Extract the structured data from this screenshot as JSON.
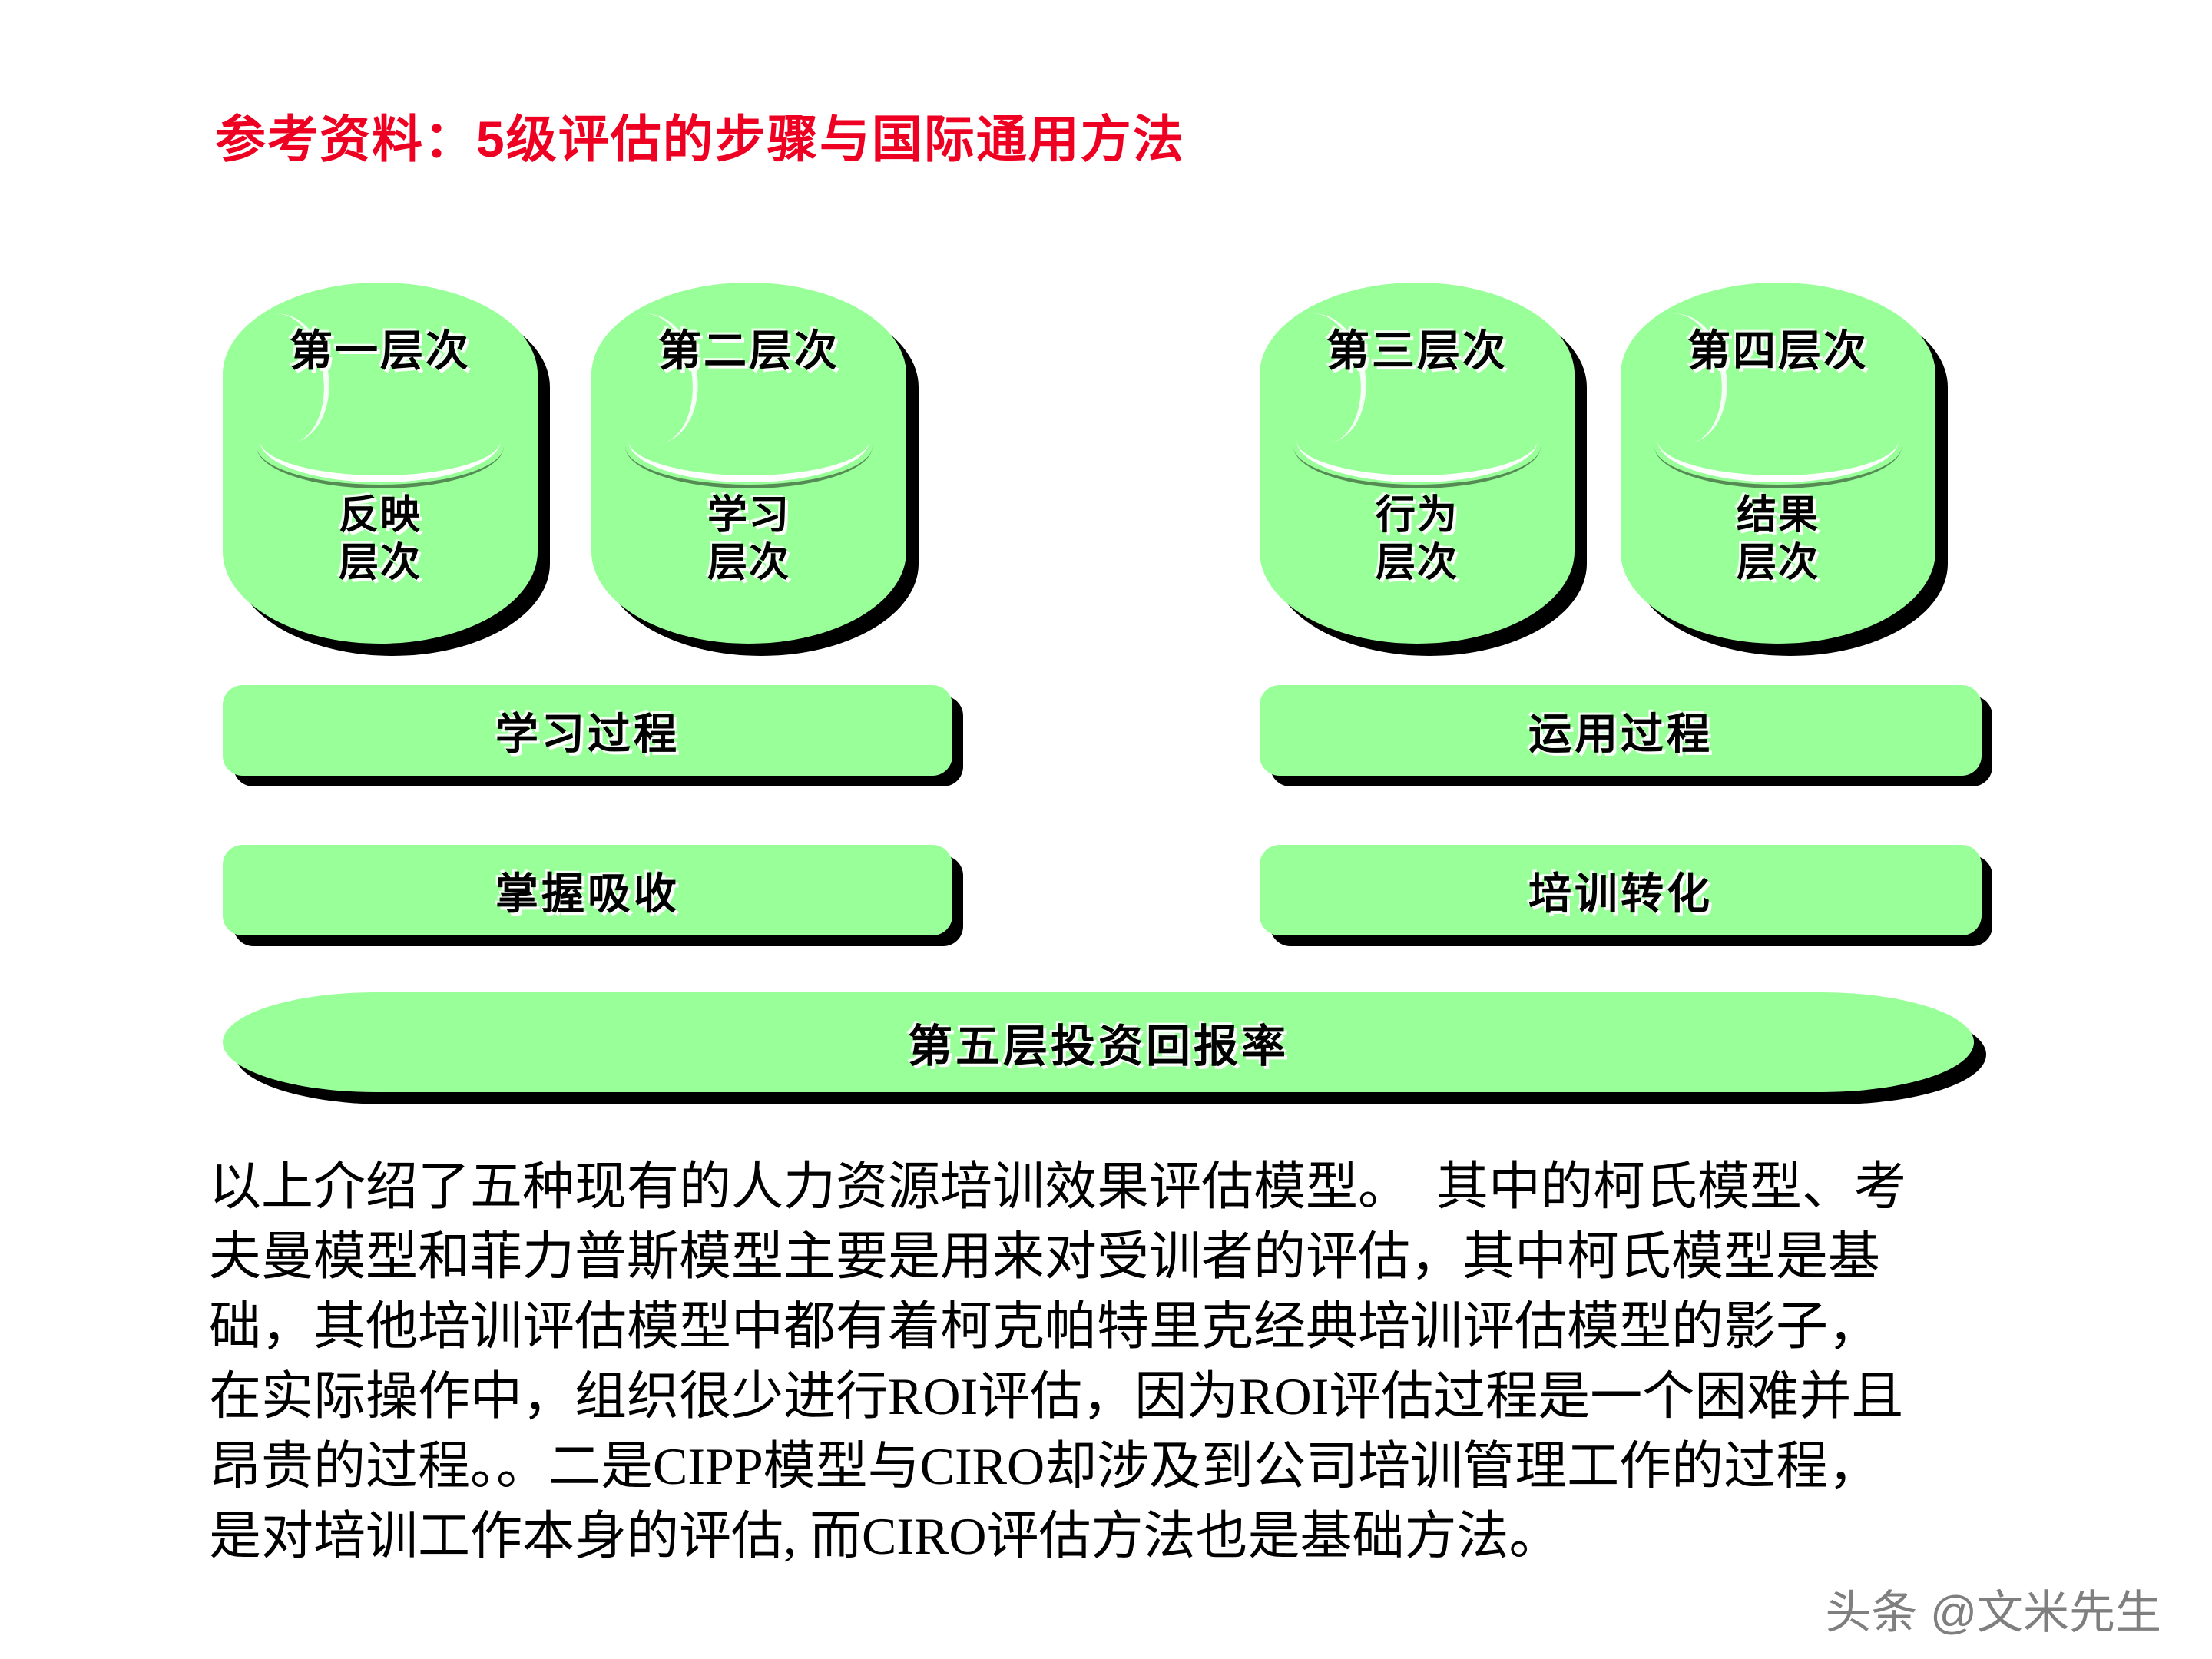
{
  "slide": {
    "title": "参考资料：5级评估的步骤与国际通用方法",
    "title_color": "#ee0022",
    "fill_color": "#99FF99",
    "shadow_color": "#000000",
    "background": "#ffffff"
  },
  "cylinders": [
    {
      "header": "第一层次",
      "line1": "反映",
      "line2": "层次"
    },
    {
      "header": "第二层次",
      "line1": "学习",
      "line2": "层次"
    },
    {
      "header": "第三层次",
      "line1": "行为",
      "line2": "层次"
    },
    {
      "header": "第四层次",
      "line1": "结果",
      "line2": "层次"
    }
  ],
  "pills": [
    {
      "label": "学习过程"
    },
    {
      "label": "运用过程"
    },
    {
      "label": "掌握吸收"
    },
    {
      "label": "培训转化"
    }
  ],
  "roi_bar": {
    "label": "第五层投资回报率"
  },
  "body_text": {
    "lines": [
      "以上介绍了五种现有的人力资源培训效果评估模型。  其中的柯氏模型、考",
      "夫曼模型和菲力普斯模型主要是用来对受训者的评估，其中柯氏模型是基",
      "础，其他培训评估模型中都有着柯克帕特里克经典培训评估模型的影子，",
      "在实际操作中，组织很少进行ROI评估，因为ROI评估过程是一个困难并且",
      "昂贵的过程。。二是CIPP模型与CIRO却涉及到公司培训管理工作的过程，",
      "是对培训工作本身的评估, 而CIRO评估方法也是基础方法。"
    ]
  },
  "watermark": {
    "text": "头条 @文米先生"
  }
}
